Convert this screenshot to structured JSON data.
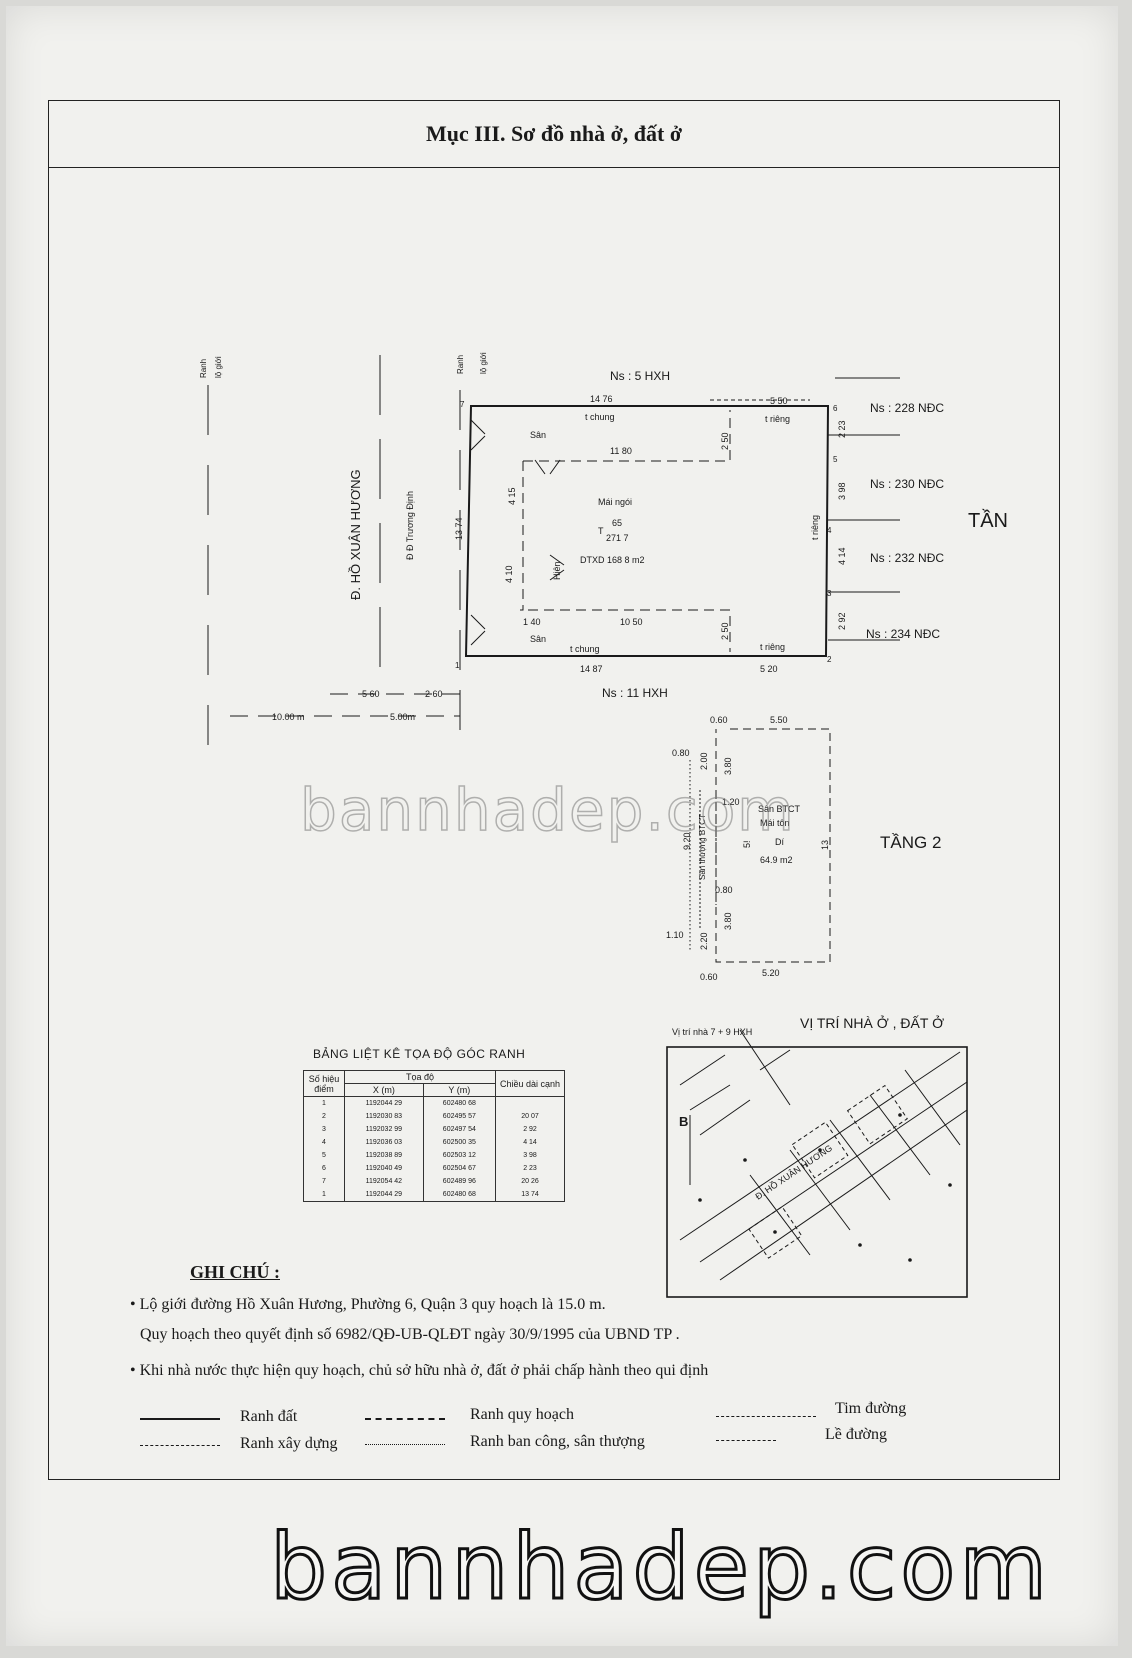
{
  "document": {
    "title": "Mục III. Sơ đồ nhà ở, đất ở"
  },
  "plan": {
    "road_left": "Đ. HỒ XUÂN HƯƠNG",
    "road_inner": "Đ Đ Trương Định",
    "ranh_label": "Ranh",
    "lo_gioi_label": "lộ giới",
    "neighbors": {
      "top": "Ns : 5 HXH",
      "bottom": "Ns : 11 HXH",
      "r1": "Ns : 228 NĐC",
      "r2": "Ns : 230 NĐC",
      "r3": "Ns : 232 NĐC",
      "r4": "Ns : 234 NĐC"
    },
    "tan_label": "TẦN",
    "tang2_label": "TẦNG 2",
    "dims": {
      "top_total": "14 76",
      "top_right": "5 50",
      "inner_top": "11 80",
      "left_height": "13 74",
      "inner_h1": "4 15",
      "inner_h2": "4 10",
      "bottom_inner": "10 50",
      "bottom_total": "14 87",
      "bottom_right": "5 20",
      "gap_top": "2 50",
      "gap_bottom": "2 50",
      "left_offset": "1 40",
      "right_1": "2 23",
      "right_2": "3 98",
      "right_3": "4 14",
      "right_4": "2 92",
      "road_a": "5 60",
      "road_b": "2 60",
      "road_c": "10.00 m",
      "road_d": "5.00m"
    },
    "labels": {
      "san_top": "Sân",
      "san_bottom": "Sân",
      "chung_top": "t chung",
      "chung_bottom": "t chung",
      "rieng_top": "t riêng",
      "rieng_bottom": "t riêng",
      "rieng_right": "t riêng",
      "mai_ngoi": "Mái ngói",
      "floor_num": "T",
      "floor_top": "65",
      "floor_bottom": "271 7",
      "hien": "Hiên",
      "dtxd": "DTXD  168 8 m2"
    },
    "points": [
      "7",
      "6",
      "5",
      "4",
      "3",
      "2",
      "1",
      "1"
    ],
    "floor2": {
      "d1": "0.60",
      "d2": "5.50",
      "d3": "0.80",
      "d4": "2.00",
      "d5": "3.80",
      "d6": "1.20",
      "d7": "9.20",
      "d8": "0.80",
      "d9": "3.80",
      "d10": "1.10",
      "d11": "2.20",
      "d12": "0.60",
      "d13": "5.20",
      "san_thuong": "Sân thượng BTCT",
      "san_btct": "Sân BTCT",
      "mai_ton": "Mái tôn",
      "di": "Dí",
      "area": "64.9 m2",
      "s1": "5!",
      "s2": "13"
    }
  },
  "coord_table": {
    "title": "BẢNG LIỆT KÊ TỌA ĐỘ GÓC RANH",
    "headers": {
      "col1": "Số hiệu điểm",
      "col2": "Tọa độ",
      "x": "X (m)",
      "y": "Y (m)",
      "col3": "Chiều dài cạnh"
    },
    "rows": [
      {
        "p": "1",
        "x": "1192044 29",
        "y": "602480 68",
        "len": ""
      },
      {
        "p": "2",
        "x": "1192030 83",
        "y": "602495 57",
        "len": "20 07"
      },
      {
        "p": "3",
        "x": "1192032 99",
        "y": "602497 54",
        "len": "2 92"
      },
      {
        "p": "4",
        "x": "1192036 03",
        "y": "602500 35",
        "len": "4 14"
      },
      {
        "p": "5",
        "x": "1192038 89",
        "y": "602503 12",
        "len": "3 98"
      },
      {
        "p": "6",
        "x": "1192040 49",
        "y": "602504 67",
        "len": "2 23"
      },
      {
        "p": "7",
        "x": "1192054 42",
        "y": "602489 96",
        "len": "20 26"
      },
      {
        "p": "1",
        "x": "1192044 29",
        "y": "602480 68",
        "len": "13 74"
      }
    ]
  },
  "location_map": {
    "title": "VỊ TRÍ NHÀ Ở , ĐẤT Ở",
    "caption": "Vị trí nhà 7 + 9 HXH",
    "road": "Đ. HỒ XUÂN HƯƠNG",
    "north": "B"
  },
  "notes": {
    "heading": "GHI CHÚ :",
    "line1": "• Lộ giới đường Hồ Xuân Hương, Phường 6, Quận 3 quy hoạch là   15.0 m.",
    "line2": "Quy hoạch theo quyết định số 6982/QĐ-UB-QLĐT  ngày 30/9/1995 của  UBND TP .",
    "line3": "• Khi nhà nước  thực hiện quy hoạch, chủ sở hữu nhà ở, đất ở  phải chấp hành theo qui định"
  },
  "legend": {
    "ranh_dat": "Ranh đất",
    "ranh_quy_hoach": "Ranh  quy hoạch",
    "tim_duong": "Tim đường",
    "ranh_xay_dung": "Ranh xây dựng",
    "ranh_ban_cong": "Ranh  ban công, sân thượng",
    "le_duong": "Lề đường"
  },
  "watermark": {
    "text": "bannhadep.com"
  }
}
